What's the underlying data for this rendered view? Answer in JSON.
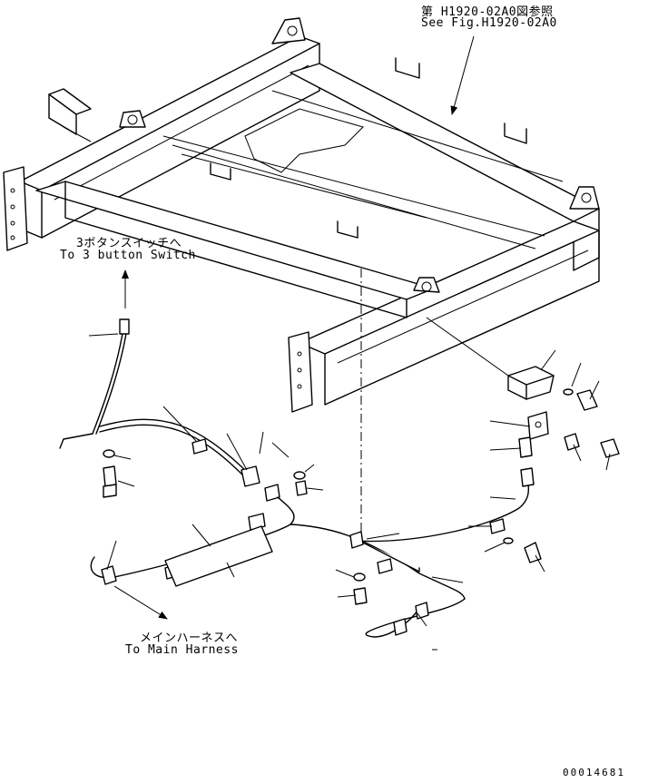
{
  "annotations": {
    "ref_fig_jp": "第 H1920-02A0図参照",
    "ref_fig_en": "See Fig.H1920-02A0",
    "switch_jp": "3ボタンスイッチへ",
    "switch_en": "To 3 button Switch",
    "harness_jp": "メインハーネスへ",
    "harness_en": "To Main Harness"
  },
  "drawing_number": "00014681"
}
